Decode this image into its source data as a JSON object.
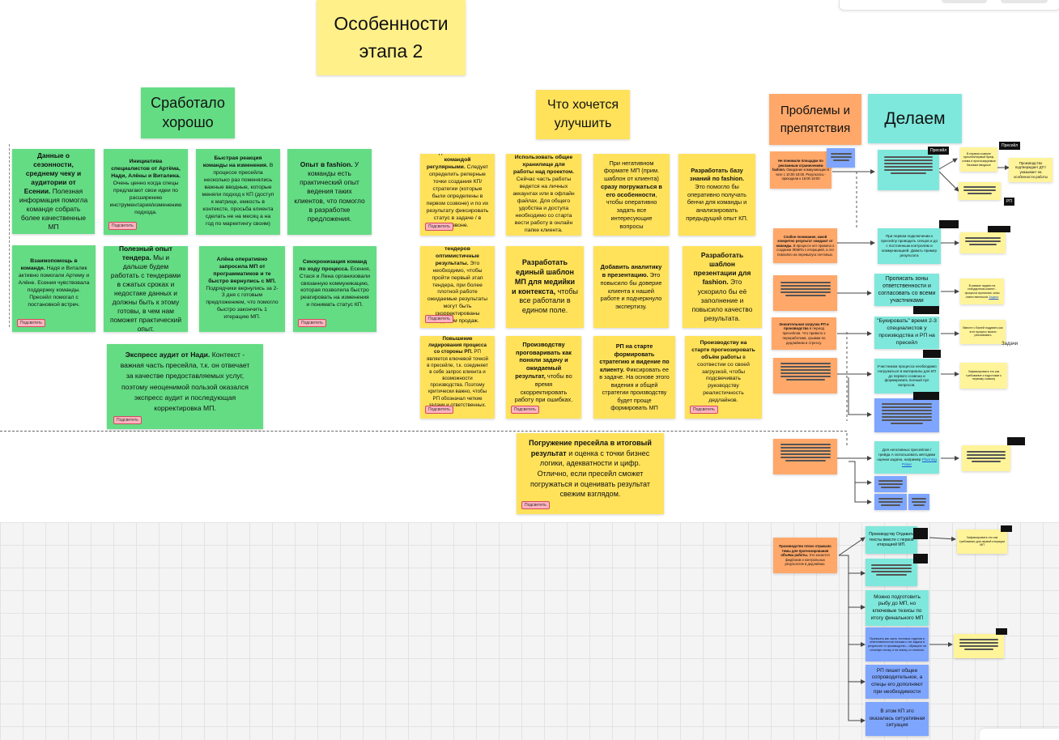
{
  "title": "Особенности этапа 2",
  "col_good": "Сработало хорошо",
  "col_improve": "Что хочется улучшить",
  "col_problems": "Проблемы и препятствия",
  "col_doing": "Делаем",
  "vote_label": "Подсветить",
  "green_notes": [
    {
      "b": "Данные о сезонности, среднему чеку и аудитории от Есении.",
      "r": " Полезная информация помогла команде собрать более качественные МП"
    },
    {
      "b": "Инициатива специалистов от Артёма, Нади, Алёны и Виталика.",
      "r": " Очень ценно когда спецы предлагают свои идеи по расширению инструментария/изменению подхода."
    },
    {
      "b": "Быстрая реакция команды на изменения.",
      "r": " В процессе пресейла несколько раз поменялись важные вводные, которые меняли подход к КП (доступ к матрице, емкость в контексте, просьба клиента сделать не на месяц а на год по маркетингу своим)"
    },
    {
      "b": "Опыт в fashion.",
      "r": " У команды есть практический опыт ведения таких клиентов, что помогло в разработке предложения."
    },
    {
      "b": "Взаимопомощь в команде.",
      "r": " Надя и Виталик активно помогали Артему и Алёне. Есения чувствовала поддержку команды. Пресейл помогал с постановкой встреч."
    },
    {
      "b": "Полезный опыт тендера.",
      "r": " Мы и дальше будем работать с тендерами в сжатых сроках и недостаке данных и должны быть к этому готовы, в чем нам поможет практический опыт."
    },
    {
      "b": "Алёна оперативно запросила МП от программатиков и те быстро вернулись с МП.",
      "r": " Подрядчики вернулись за 2-3 дня с готовым предложением, что помогло быстро закончить 1 итерацию МП."
    },
    {
      "b": "Синхронизация команд по ходу процесса.",
      "r": " Есения, Стася и Лена организовали связанную коммуникацию, которая позволила быстро реагировать на изменения и понимать статус КП."
    },
    {
      "b": "Экспресс аудит от Нади.",
      "r": " Контекст - важная часть пресейла, т.к. он отвечает за качестве предоставляемых услуг, поэтому неоценимой пользой оказался экспресс аудит и последующая корректировка МП."
    }
  ],
  "yellow_notes": [
    {
      "b": "Сделать сикви с командой регулярными.",
      "r": " Следует определить реперные точки создания КП/стратегии (которые были определены в первом созвоне) и по их результату фиксировать статус в задаче / в созвоне."
    },
    {
      "b": "Использовать общее хранилище для работы над проектом.",
      "r": " Сейчас часть работы ведется на личных аккаунтах или в офлайн файлах. Для общего удобства и доступа необходимо со старта вести работу в онлайн папке клиента."
    },
    {
      "p": "При негативном формате МП (прим. шаблон от клиента) ",
      "b": "сразу погружаться в его особенности",
      "r": ", чтобы оперативно задать все интересующие вопросы"
    },
    {
      "b": "Разработать базу знаний по fashion.",
      "r": " Это помогло бы оперативно получать бенчи для команды и анализировать предыдущий опыт КП."
    },
    {
      "b": "Показывать для тендеров оптимистичные результаты.",
      "r": " Это необходимо, чтобы пройти первый этап тендера, при более плотной работе ожидаемые результаты могут быть скорректированы отделом продаж."
    },
    {
      "b": "Разработать единый шаблон МП для медийки и контекста,",
      "r": " чтобы все работали в едином поле."
    },
    {
      "b": "Добавить аналитику в презентацию.",
      "r": " Это повысило бы доверие клиента к нашей работе и подчеркнуло экспертизу."
    },
    {
      "b": "Разработать шаблон презентации для fashion.",
      "r": " Это ускорило бы её заполнение и повысило качество результата."
    },
    {
      "b": "Повышение лидирования процесса со стороны РП.",
      "r": " РП является ключевой точкой в пресейле, т.к. соединяет в себе запрос клиента и возможности производства. Поэтому критически важно, чтобы РП обозначал четкие задачи и ответственных."
    },
    {
      "b": "Производству проговаривать как поняли задачу и ожидаемый результат,",
      "r": " чтобы во время скорректировать работу при ошибках."
    },
    {
      "b": "РП на старте формировать стратегию и видение по клиенту.",
      "r": " Фиксировать ее в задаче. На основе этого видения и общей стратегии производству будет проще формировать МП"
    },
    {
      "b": "Производству на старте прогнозировать объём работы",
      "r": " в соотвестии со своей загрузкой, чтобы подсвечивать руководству реалистичность дедлайнов."
    },
    {
      "b": "Погружение пресейла в итоговый результат",
      "r": " и оценка с точки бизнес логики, адекватности и цифр. Отлично, если пресейл сможет погружаться и оценивать результат свежим взглядом."
    }
  ],
  "orange_notes": [
    {
      "b": "Не понимали площадки по рекламным ограничениям fashion.",
      "r": " Ожидание коммуникации в чате с 10:00 18:00. Результаты - приходили к 16:00 18:00"
    },
    {
      "b": "Слабое понимание, какой конкретно результат ожидают от команды.",
      "r": " В процессе нет правила о создании ЛЕМПа с итерацией, а это повлияло на перевыпуск почтовых."
    },
    {
      "b": "Значительная загрузка РП и производства",
      "r": " в период пресейлов. Что привело к переработкам, срывам по дедлайнам и стрессу."
    },
    {
      "b": "Производство плохо отражало темы для прогнозирования объёма работы.",
      "r": " Это касается фидбэков и контрольных результатов в дедлайнах."
    }
  ],
  "teal_notes": [
    "При первом подключении к пресейлу проводить спецов и до с постоянным контролем и коммуникацией. Давать пример результата",
    "Прописать зоны ответственности и согласовать со всеми участниками",
    "\"Букировать\" время 2-3 специалистов у производства и РП на пресейл",
    "Участником процесса необходимо погружаться в материалы для КП до первого созвона и формировать полный пул вопросов.",
    "Для негативных пресейлов / грейда А использовать методики оценки задачи, например ",
    "Производству Отдавать тексты вместе с первой итерацией МП.",
    "Можно подготовить рыбу до МП, но ключевые тезисы по итогу финального МП"
  ],
  "teal_link": "Planning Poker",
  "blue_notes": [
    "Прописать как часть тестовых отделов и ответственностью письма с тех задачи в результате то производство – обращать на сложную логику и на сезону со сезоном.",
    "РП пишет общее сопроводительное, а спецы его дополняют при необходимости",
    "В этом КП это оказалась ситуативная ситуация"
  ],
  "ly_notes": [
    "В первом созвоне пресейл/первый бриф, схема и прогнозируемые базовые вводные",
    "Производство подтверждает ДП / указывает на особенности работы",
    "В рамках задачи на стандартном клиент - процесса прописать зоны ответственности",
    "Вместе с Валей подумать как этот процесс можно реализовать",
    "Зафиксировать это как требование к подготовке к первому созвону",
    "Зафиксировать это как требование для первой итерации МП"
  ],
  "ly_link": "Задачи",
  "tags": [
    "Пресейл",
    "Пресейл",
    "РП"
  ],
  "side_label": "Задачи"
}
